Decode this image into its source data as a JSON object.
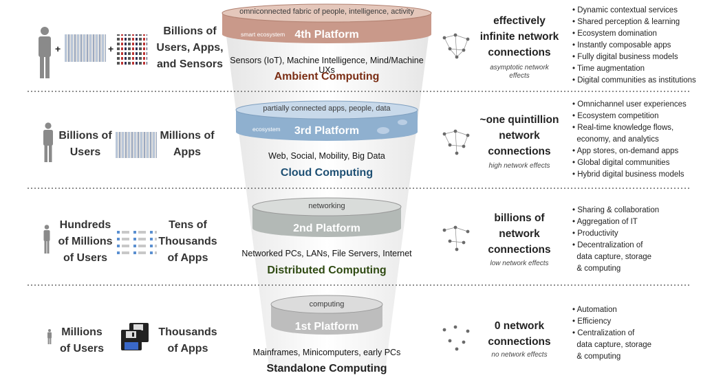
{
  "platforms": [
    {
      "disc_top": "omniconnected fabric of people, intelligence, activity",
      "disc_small": "smart ecosystem",
      "title": "4th Platform",
      "technologies": "Sensors (IoT), Machine Intelligence, Mind/Machine UXs",
      "computing": "Ambient Computing",
      "computing_color": "#7a2d14",
      "disc_color": "#d9b5a5",
      "left_label_1": "Billions of\nUsers, Apps,\nand Sensors",
      "network": "effectively\ninfinite network\nconnections",
      "network_sub": "asymptotic network\neffects",
      "features": [
        "Dynamic contextual services",
        "Shared perception & learning",
        "Ecosystem domination",
        "Instantly composable apps",
        "Fully digital business models",
        "Time augmentation",
        "Digital communities as institutions"
      ]
    },
    {
      "disc_top": "partially connected apps, people, data",
      "disc_small": "ecosystem",
      "title": "3rd Platform",
      "technologies": "Web, Social, Mobility, Big Data",
      "computing": "Cloud Computing",
      "computing_color": "#1d4f73",
      "disc_color": "#b9cde0",
      "left_label_1": "Billions of\nUsers",
      "left_label_2": "Millions of\nApps",
      "network": "~one quintillion\nnetwork\nconnections",
      "network_sub": "high network effects",
      "features": [
        "Omnichannel user experiences",
        "Ecosystem competition",
        "Real-time knowledge flows,\n  economy, and analytics",
        "App stores, on-demand apps",
        "Global digital communities",
        "Hybrid digital business models"
      ]
    },
    {
      "disc_top": "networking",
      "title": "2nd Platform",
      "technologies": "Networked PCs, LANs, File Servers, Internet",
      "computing": "Distributed Computing",
      "computing_color": "#2f4a12",
      "disc_color": "#cfd3d1",
      "left_label_1": "Hundreds\nof Millions\nof Users",
      "left_label_2": "Tens of\nThousands\nof Apps",
      "network": "billions of\nnetwork\nconnections",
      "network_sub": "low network effects",
      "features": [
        "Sharing & collaboration",
        "Aggregation of IT",
        "Productivity",
        "Decentralization of\n  data capture, storage\n  & computing"
      ]
    },
    {
      "disc_top": "computing",
      "title": "1st Platform",
      "technologies": "Mainframes, Minicomputers, early PCs",
      "computing": "Standalone Computing",
      "computing_color": "#222222",
      "disc_color": "#d4d4d4",
      "left_label_1": "Millions\nof Users",
      "left_label_2": "Thousands\nof Apps",
      "network": "0 network\nconnections",
      "network_sub": "no network effects",
      "features": [
        "Automation",
        "Efficiency",
        "Centralization of\n  data capture, storage\n  & computing"
      ]
    }
  ],
  "plus_sign": "+",
  "icons": [
    "person-icon",
    "user-mosaic-icon",
    "app-mosaic-icon",
    "app-list-icon",
    "floppy-disk-icon",
    "network-people-icon"
  ]
}
